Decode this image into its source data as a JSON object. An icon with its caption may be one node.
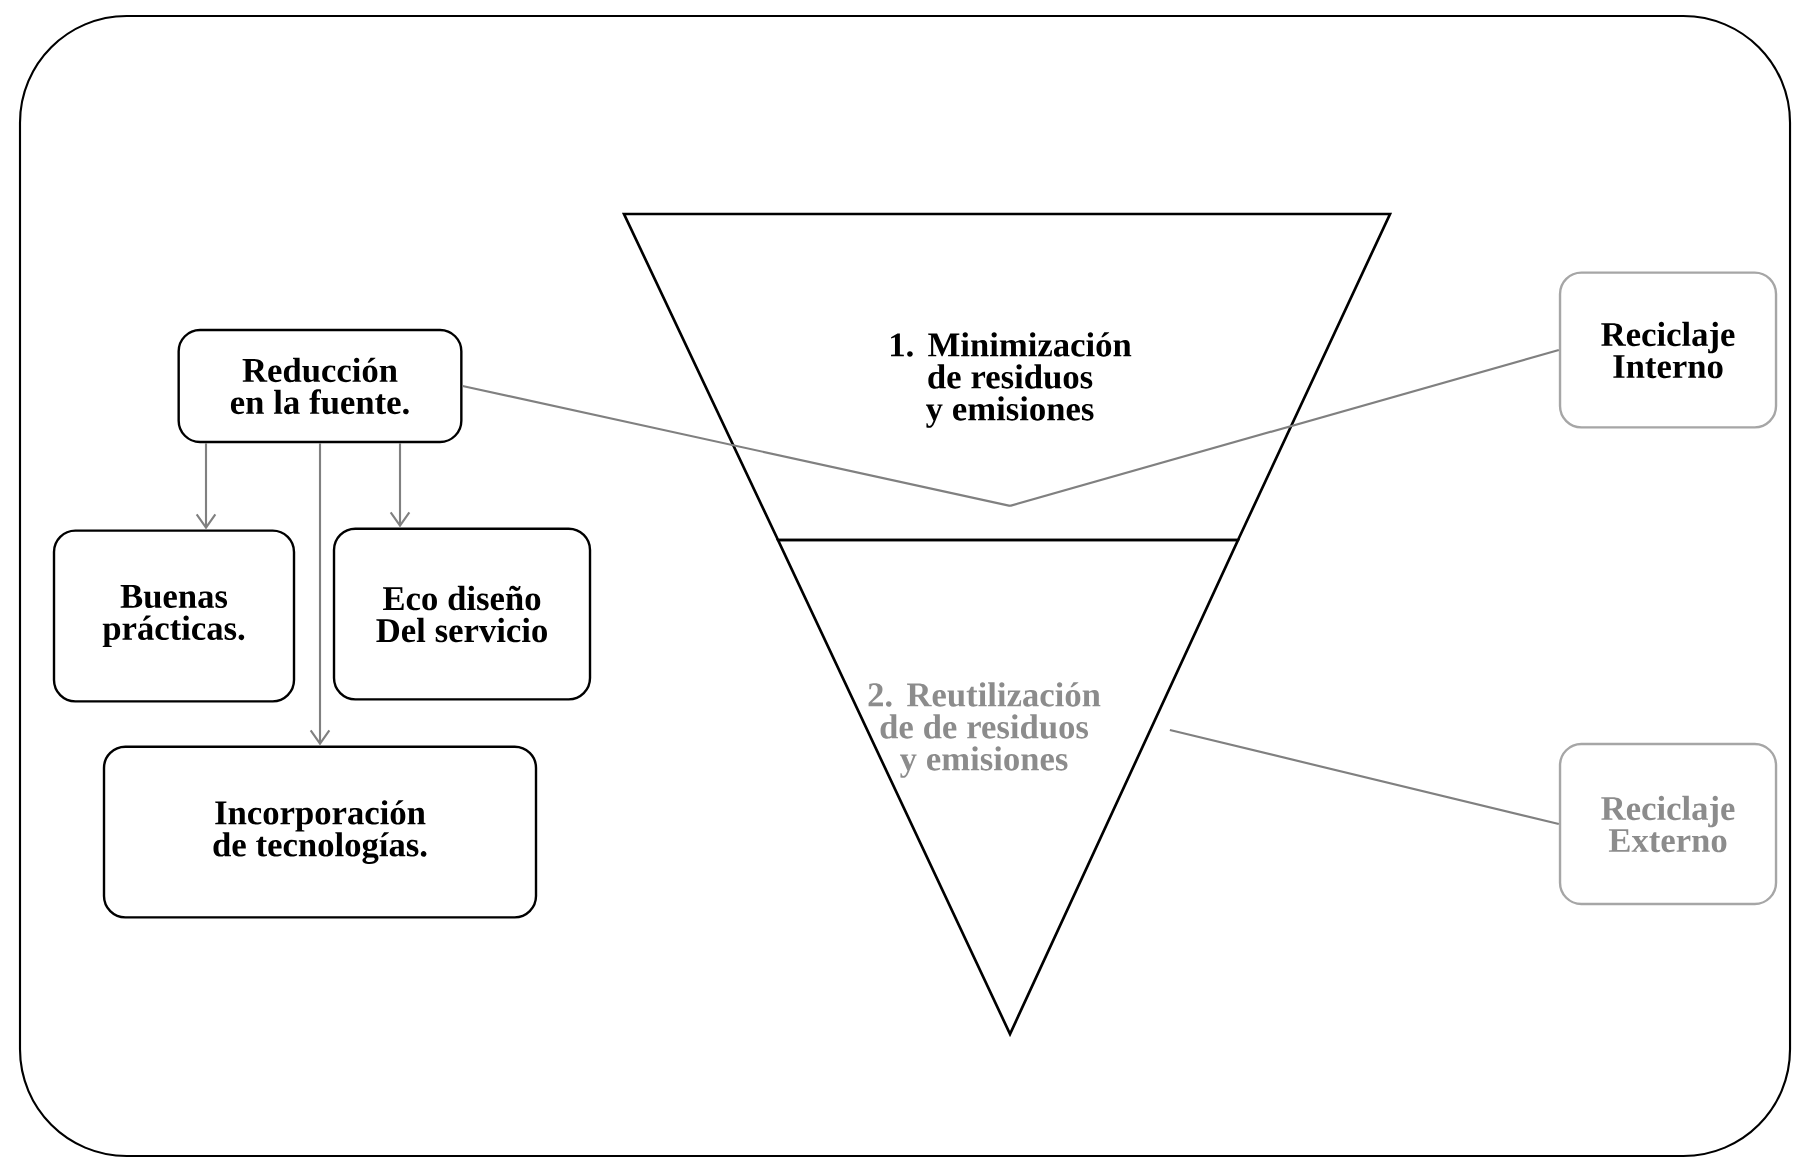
{
  "diagram": {
    "nodes": [
      {
        "text": [
          "Reducción en la fuente."
        ]
      },
      {
        "text": [
          "Buenas prácticas."
        ]
      },
      {
        "text": [
          "Eco diseño Del servicio"
        ]
      },
      {
        "text": [
          "Incorporación de tecnologías."
        ]
      },
      {
        "text": [
          "1. Minimización de residuos y emisiones"
        ]
      },
      {
        "text": [
          "2. Reutilización de de residuos y emisiones"
        ]
      },
      {
        "text": [
          "Reciclaje Interno"
        ]
      },
      {
        "text": [
          "Reciclaje Externo"
        ]
      }
    ],
    "edges": [
      {
        "from": 0,
        "to": 1,
        "arrow": "to"
      },
      {
        "from": 0,
        "to": 2,
        "arrow": "to"
      },
      {
        "from": 0,
        "to": 3,
        "arrow": "to"
      },
      {
        "from": 0,
        "to": 4,
        "arrow": "none"
      },
      {
        "from": 4,
        "to": 6,
        "arrow": "none"
      },
      {
        "from": 5,
        "to": 7,
        "arrow": "none"
      }
    ]
  }
}
